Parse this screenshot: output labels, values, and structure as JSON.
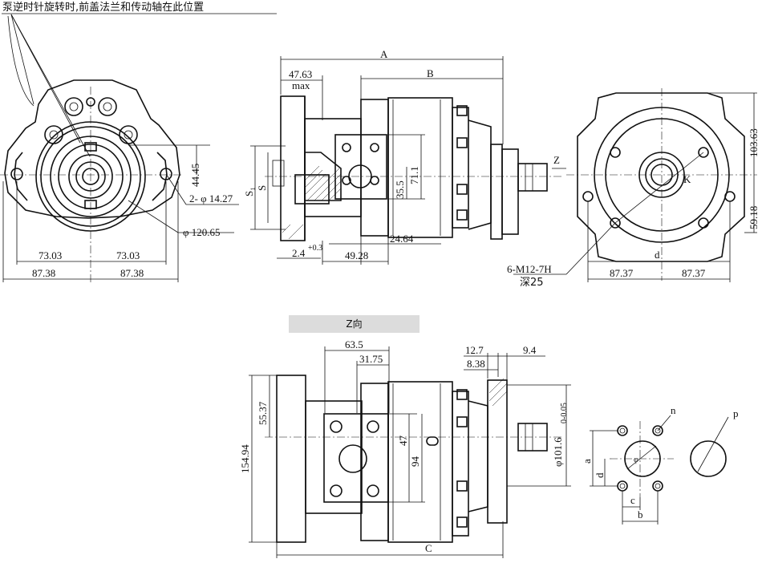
{
  "note": "泵逆时针旋转时,前盖法兰和传动轴在此位置",
  "view_label": "Z向",
  "dims": {
    "A": "A",
    "B": "B",
    "C": "C",
    "S1": "S₁",
    "S": "S",
    "d": "d",
    "K": "K",
    "Z": "Z",
    "a": "a",
    "b": "b",
    "c": "c",
    "n": "n",
    "p": "p",
    "phi": "φ",
    "d_47_63": "47.63",
    "max": "max",
    "d_44_45": "44.45",
    "d_2phi": "2- φ 14.27",
    "d_phi120": "φ 120.65",
    "d_73_03_l": "73.03",
    "d_73_03_r": "73.03",
    "d_87_38_l": "87.38",
    "d_87_38_r": "87.38",
    "d_71_1": "71.1",
    "d_35_5": "35.5",
    "d_24_64": "24.64",
    "d_49_28": "49.28",
    "d_2_4": "2.4",
    "d_2_4_tol": "+0.3",
    "d_103_63": "103.63",
    "d_59_18": "59.18",
    "d_87_37_l": "87.37",
    "d_87_37_r": "87.37",
    "d_6m12": "6-M12-7H",
    "d_deep": "深25",
    "d_63_5": "63.5",
    "d_31_75": "31.75",
    "d_12_7": "12.7",
    "d_9_4": "9.4",
    "d_8_38": "8.38",
    "d_55_37": "55.37",
    "d_154_94": "154.94",
    "d_47": "47",
    "d_94": "94",
    "d_phi101": "φ101.6",
    "d_phi101_tol": "0-0.05"
  }
}
